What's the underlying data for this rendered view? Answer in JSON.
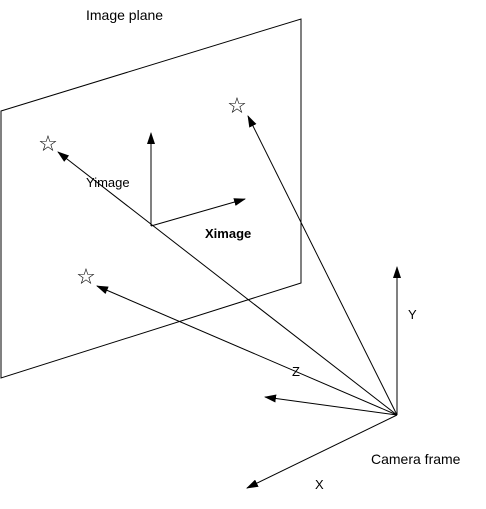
{
  "labels": {
    "image_plane": "Image plane",
    "y_image": "Yimage",
    "x_image": "Ximage",
    "y_axis": "Y",
    "z_axis": "Z",
    "x_axis": "X",
    "camera_frame": "Camera frame"
  },
  "star_glyph": "☆",
  "colors": {
    "stroke": "#000000",
    "background": "#ffffff"
  }
}
